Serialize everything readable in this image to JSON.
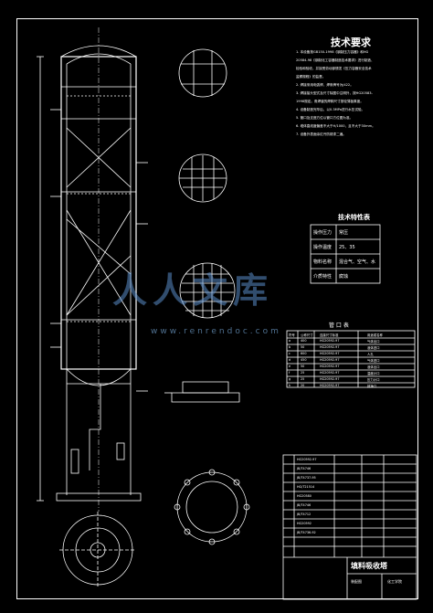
{
  "document": {
    "title": "技术要求",
    "requirements": [
      "1. 本设备按GB150-1998《钢制压力容器》和HG",
      "20584-98《钢制化工容器制造技术要求》进行制造、",
      "检验和验收，并接受劳动部颁发《压力容器安全技术",
      "监察规程》的监督。",
      "2. 焊接采用电弧焊，焊条牌号为J422。",
      "3. 焊接接头型式及尺寸除图中注明外，按HG20583-",
      "1998规定。角焊缝的焊脚尺寸按较薄板厚度。",
      "4. 设备制造完毕后，以0.3MPa进行水压试验。",
      "5. 管口及支座方位以管口方位图为准。",
      "6. 塔体直线度偏差不大于H/1000，且不大于30mm。",
      "7. 设备外表面涂红丹防锈漆二遍。"
    ],
    "tech_table": {
      "title": "技术特性表",
      "rows": [
        [
          "操作压力",
          "常压"
        ],
        [
          "操作温度",
          "25、35"
        ],
        [
          "物料名称",
          "混合气、空气、水"
        ],
        [
          "介质特性",
          "腐蚀"
        ]
      ]
    },
    "nozzle_table": {
      "title": "管 口 表",
      "headers": [
        "符号",
        "公称尺寸",
        "连接尺寸标准",
        "用途或名称"
      ],
      "rows": [
        [
          "a",
          "400",
          "HG20592-97",
          "气体出口"
        ],
        [
          "b",
          "50",
          "HG20592-97",
          "液体进口"
        ],
        [
          "c",
          "600",
          "HG20592-97",
          "人孔"
        ],
        [
          "d",
          "450",
          "HG20592-97",
          "气体进口"
        ],
        [
          "e",
          "50",
          "HG20592-97",
          "液体出口"
        ],
        [
          "f",
          "25",
          "HG20592-97",
          "温度计口"
        ],
        [
          "g",
          "25",
          "HG20592-97",
          "压力计口"
        ],
        [
          "h",
          "20",
          "HG20592-97",
          "排净口"
        ]
      ]
    },
    "parts_list": [
      "HG20592-97",
      "JB/T4746",
      "JB/T4737-95",
      "HG/T21514",
      "HG20580",
      "JB/T4746",
      "JB/T4712",
      "HG20592",
      "JB/T4736-92"
    ],
    "title_block": {
      "drawing_name": "填料吸收塔",
      "school": "化工学院",
      "sheet_label": "装配图"
    },
    "watermark": {
      "main": "人人文库",
      "url": "www.renrendoc.com"
    }
  }
}
